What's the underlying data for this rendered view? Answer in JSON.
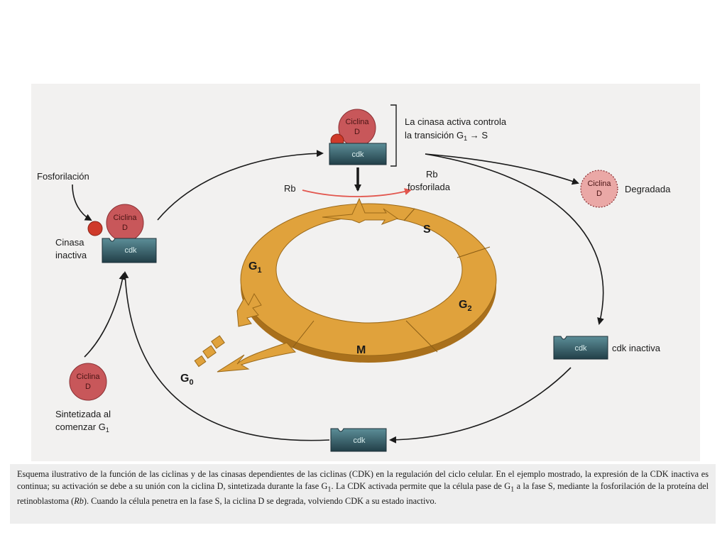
{
  "labels": {
    "fosforilacion": "Fosforilación",
    "cinasa": "Cinasa",
    "inactiva": "inactiva",
    "ciclina": "Ciclina",
    "d": "D",
    "cdk": "cdk",
    "active_line1": "La cinasa activa controla",
    "active_line2": "la transición G",
    "active_sub": "1",
    "active_arrow": " → S",
    "rb": "Rb",
    "rb_phos_line1": "Rb",
    "rb_phos_line2": "fosforilada",
    "degradada": "Degradada",
    "cdk_inactiva": "cdk inactiva",
    "sintetizada_line1": "Sintetizada al",
    "sintetizada_line2": "comenzar G",
    "sintetizada_sub": "1"
  },
  "phases": {
    "g1": "G",
    "g1_sub": "1",
    "s": "S",
    "g2": "G",
    "g2_sub": "2",
    "m": "M",
    "g0": "G",
    "g0_sub": "0"
  },
  "caption": {
    "p1": "Esquema ilustrativo de la función de las ciclinas y de las cinasas dependientes de las ciclinas (CDK) en la regulación del ciclo celular. En el ejemplo mostrado, la expresión de la CDK inactiva es continua; su activación se debe a su unión con la ciclina D, sintetizada durante la fase G",
    "s1": "1",
    "p2": ". La CDK activada permite que la célula pase de G",
    "s2": "1",
    "p3": " a la fase S, mediante la fosforilación de la proteína del retinoblastoma (",
    "rb_italic": "Rb",
    "p4": "). Cuando la célula penetra en la fase S, la ciclina D se degrada, volviendo CDK a su estado inactivo."
  },
  "colors": {
    "ring": "#e0a23c",
    "ring_dark": "#b07a22",
    "ciclina": "#c8575a",
    "cdk": "#335a66",
    "phosphate": "#cf3a2a",
    "rb_arrow": "#e2564e"
  }
}
